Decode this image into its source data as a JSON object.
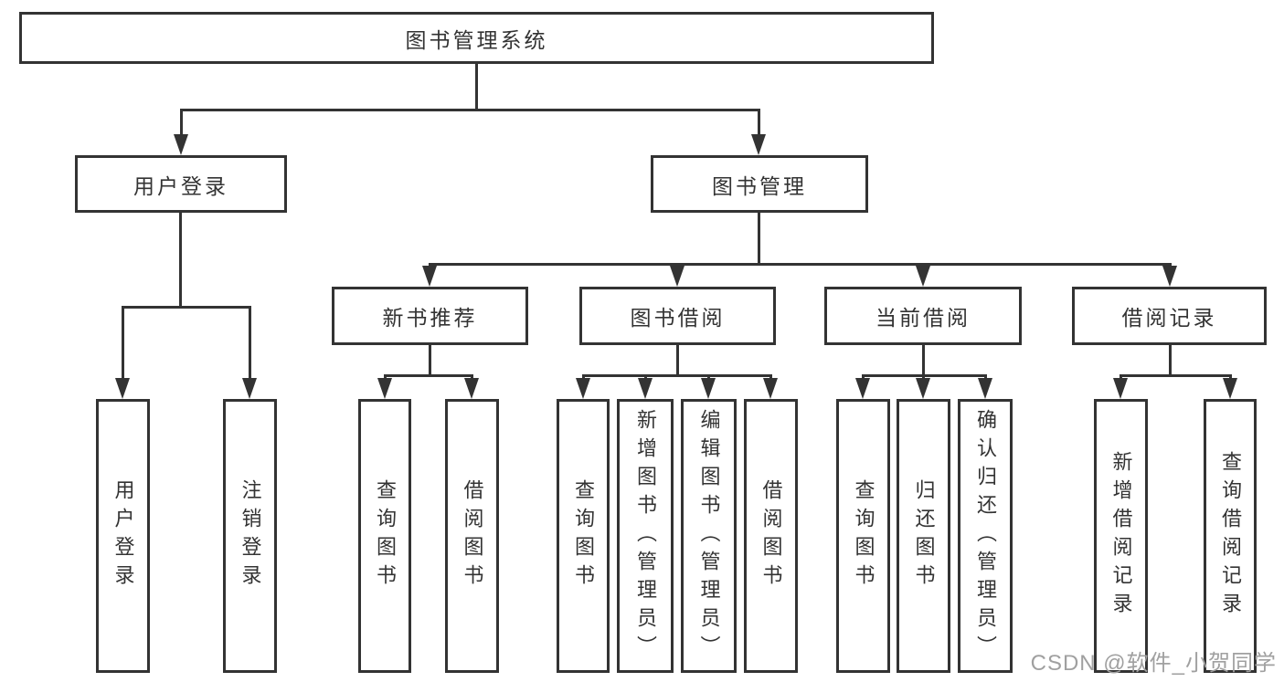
{
  "diagram": {
    "root": {
      "label": "图书管理系统"
    },
    "level1": [
      {
        "label": "用户登录"
      },
      {
        "label": "图书管理"
      }
    ],
    "level2": [
      {
        "label": "新书推荐"
      },
      {
        "label": "图书借阅"
      },
      {
        "label": "当前借阅"
      },
      {
        "label": "借阅记录"
      }
    ],
    "leaves": {
      "user_login": [
        {
          "label": "用户登录"
        },
        {
          "label": "注销登录"
        }
      ],
      "new_book_recommend": [
        {
          "label": "查询图书"
        },
        {
          "label": "借阅图书"
        }
      ],
      "book_borrow": [
        {
          "label": "查询图书"
        },
        {
          "label": "新增图书（管理员）"
        },
        {
          "label": "编辑图书（管理员）"
        },
        {
          "label": "借阅图书"
        }
      ],
      "current_borrow": [
        {
          "label": "查询图书"
        },
        {
          "label": "归还图书"
        },
        {
          "label": "确认归还（管理员）"
        }
      ],
      "borrow_records": [
        {
          "label": "新增借阅记录"
        },
        {
          "label": "查询借阅记录"
        }
      ]
    }
  },
  "watermark": {
    "text": "CSDN @软件_小贺同学"
  },
  "colors": {
    "line": "#333333",
    "text": "#333333",
    "background": "#ffffff",
    "watermark": "#a0a0a0"
  }
}
